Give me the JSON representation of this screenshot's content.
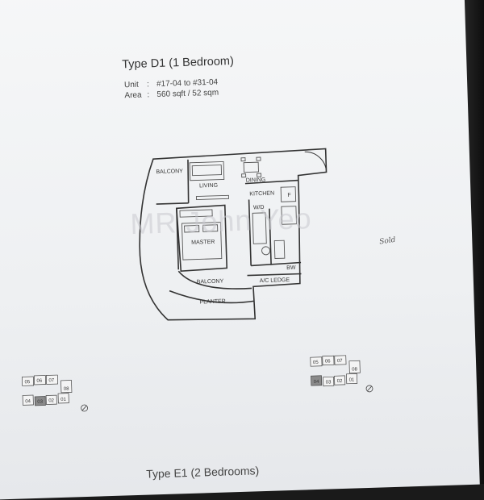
{
  "title": "Type D1 (1 Bedroom)",
  "unit": {
    "label": "Unit",
    "value": "#17-04 to #31-04"
  },
  "area": {
    "label": "Area",
    "value": "560 sqft / 52 sqm"
  },
  "rooms": {
    "balcony_top": "BALCONY",
    "living": "LIVING",
    "dining": "DINING",
    "kitchen": "KITCHEN",
    "wd": "W/D",
    "f": "F",
    "master": "MASTER",
    "balcony_bottom": "BALCONY",
    "bw": "BW",
    "ac_ledge": "A/C LEDGE",
    "planter": "PLANTER"
  },
  "key_plan_left": {
    "units": [
      "05",
      "06",
      "07",
      "08",
      "04",
      "03",
      "02",
      "01"
    ],
    "highlighted": "03"
  },
  "key_plan_right": {
    "units": [
      "05",
      "06",
      "07",
      "08",
      "04",
      "03",
      "02",
      "01"
    ],
    "highlighted": "04"
  },
  "watermark": "MR John Yeo",
  "handwritten_note": "Sold",
  "next_plan_title": "Type E1 (2 Bedrooms)",
  "colors": {
    "paper": "#f3f4f6",
    "ink": "#333333",
    "highlight": "#8a8a8a"
  }
}
